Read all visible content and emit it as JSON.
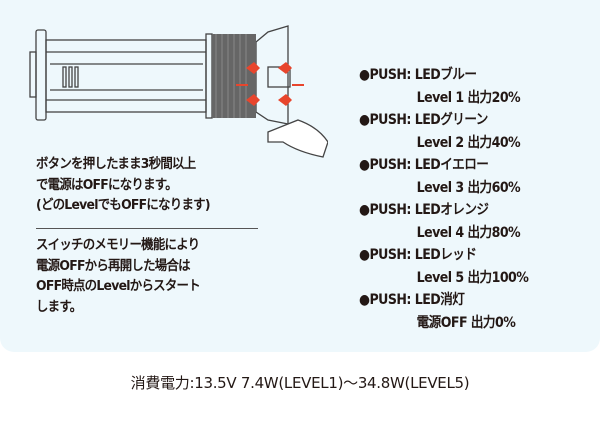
{
  "instructions": {
    "hold_note": [
      "ボタンを押したまま3秒間以上",
      "で電源はOFFになります。",
      "(どのLevelでもOFFになります)"
    ],
    "memory_note": [
      "スイッチのメモリー機能により",
      "電源OFFから再開した場合は",
      "OFF時点のLevelからスタート",
      "します。"
    ]
  },
  "modes": [
    {
      "push": "●PUSH: LEDブルー",
      "detail": "Level 1 出力20%"
    },
    {
      "push": "●PUSH: LEDグリーン",
      "detail": "Level 2 出力40%"
    },
    {
      "push": "●PUSH: LEDイエロー",
      "detail": "Level 3 出力60%"
    },
    {
      "push": "●PUSH: LEDオレンジ",
      "detail": "Level 4 出力80%"
    },
    {
      "push": "●PUSH: LEDレッド",
      "detail": "Level 5 出力100%"
    },
    {
      "push": "●PUSH: LED消灯",
      "detail": "電源OFF 出力0%"
    }
  ],
  "caption": "消費電力:13.5V  7.4W(LEVEL1)〜34.8W(LEVEL5)",
  "colors": {
    "panel": "#eef8fc",
    "press_indicator": "#e8452c"
  }
}
